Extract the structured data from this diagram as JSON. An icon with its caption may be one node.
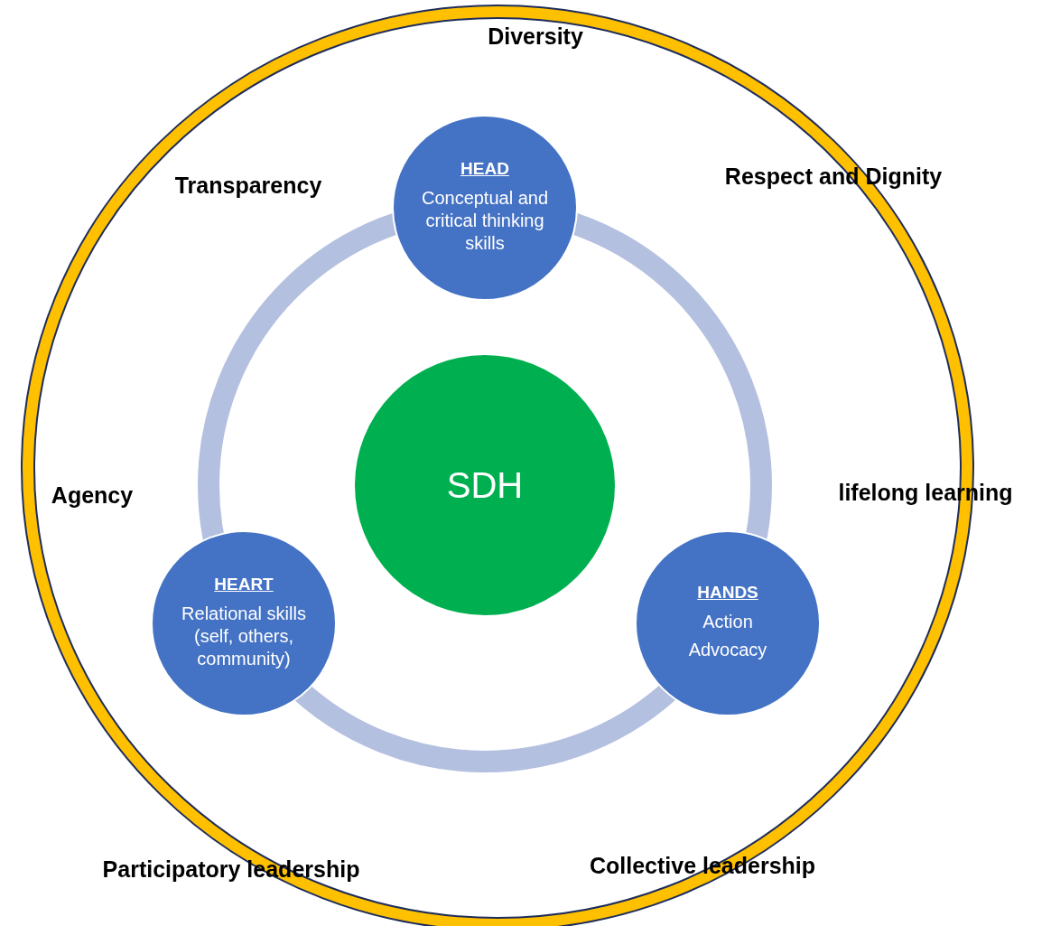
{
  "diagram": {
    "nodes": [
      {
        "text": [
          "HEAD",
          "Conceptual and critical thinking skills"
        ]
      },
      {
        "text": [
          "SDH"
        ]
      },
      {
        "text": [
          "HEART",
          "Relational skills (self, others, community)"
        ]
      },
      {
        "text": [
          "HANDS",
          "Action",
          "Advocacy"
        ]
      }
    ],
    "labels": [
      "Diversity",
      "Respect and Dignity",
      "Transparency",
      "Agency",
      "lifelong learning",
      "Participatory leadership",
      "Collective leadership"
    ]
  }
}
